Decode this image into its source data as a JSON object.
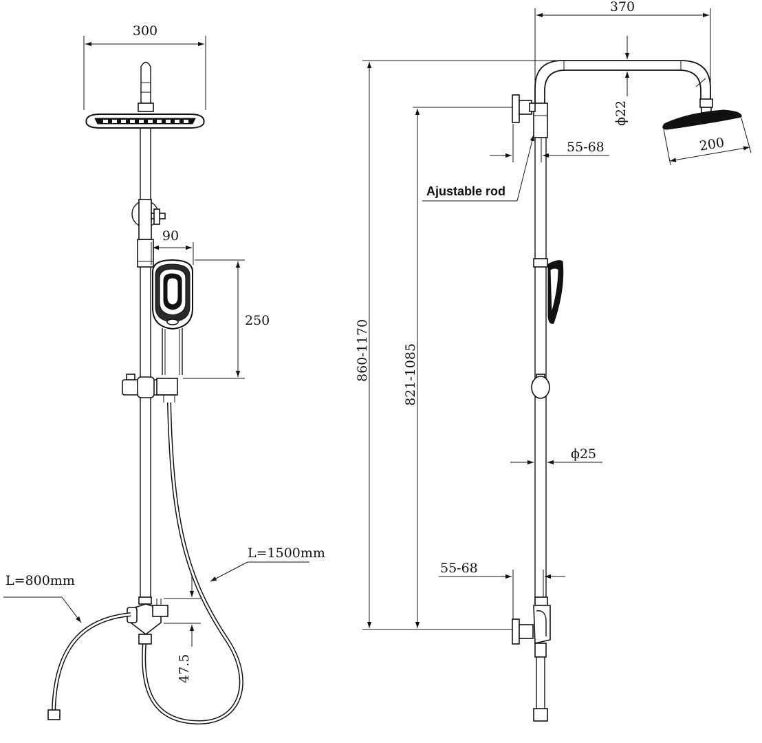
{
  "front_view": {
    "head_width": "300",
    "handshower_width": "90",
    "handshower_length": "250",
    "hose_long": "L=1500mm",
    "hose_short": "L=800mm",
    "valve_offset": "47.5"
  },
  "side_view": {
    "arm_reach": "370",
    "arm_diameter": "ϕ22",
    "head_diameter": "200",
    "upper_bracket_offset": "55-68",
    "rod_label": "Ajustable rod",
    "total_height": "860-1170",
    "rod_height": "821-1085",
    "rod_diameter": "ϕ25",
    "lower_bracket_offset": "55-68"
  },
  "colors": {
    "line": "#111111",
    "background": "#ffffff"
  }
}
